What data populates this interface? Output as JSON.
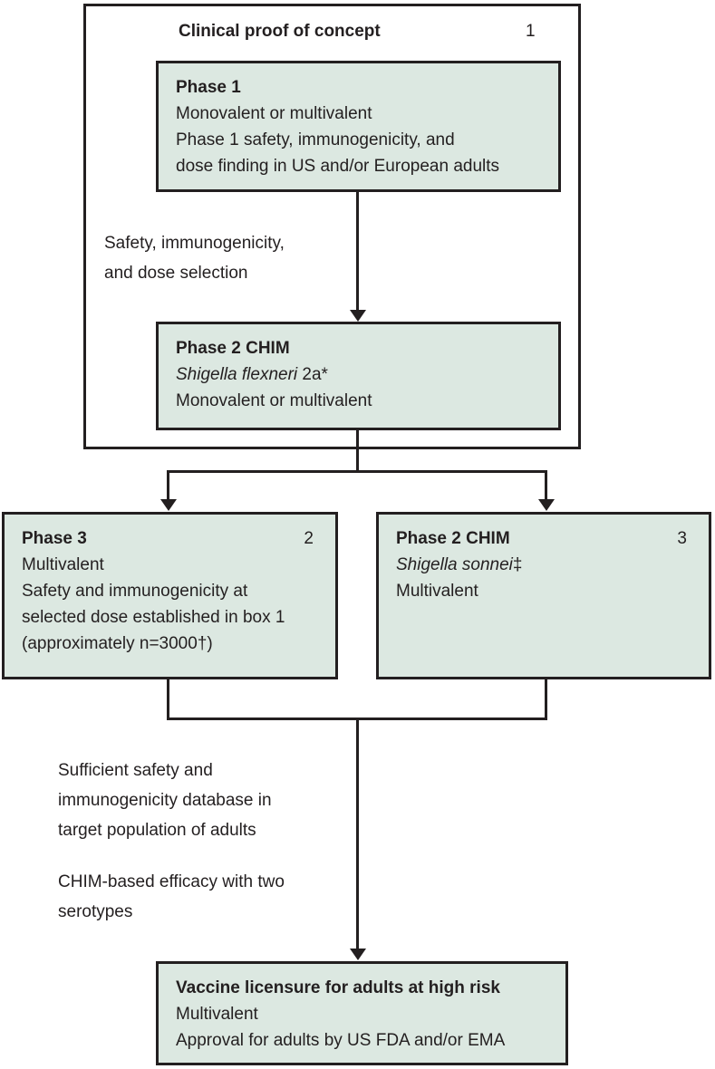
{
  "colors": {
    "box_fill": "#dce8e1",
    "line": "#231f20",
    "text": "#231f20",
    "background": "#ffffff"
  },
  "outer_group": {
    "title": "Clinical proof of concept",
    "number": "1"
  },
  "boxes": {
    "phase1": {
      "title": "Phase 1",
      "lines": [
        "Monovalent or multivalent",
        "Phase 1 safety, immunogenicity, and",
        "dose finding in US and/or European adults"
      ]
    },
    "phase2_flexneri": {
      "title": "Phase 2 CHIM",
      "species_italic": "Shigella flexneri",
      "species_rest": " 2a*",
      "lines": [
        "Monovalent or multivalent"
      ]
    },
    "phase3": {
      "title": "Phase 3",
      "number": "2",
      "lines": [
        "Multivalent",
        "Safety and immunogenicity at",
        "selected dose established in box 1",
        "(approximately n=3000†)"
      ]
    },
    "phase2_sonnei": {
      "title": "Phase 2 CHIM",
      "number": "3",
      "species_italic": "Shigella sonnei",
      "species_rest": "‡",
      "lines": [
        "Multivalent"
      ]
    },
    "licensure": {
      "title": "Vaccine licensure for adults at high risk",
      "lines": [
        "Multivalent",
        "Approval for adults by US FDA and/or EMA"
      ]
    }
  },
  "annotations": {
    "dose_selection": {
      "lines": [
        "Safety, immunogenicity,",
        "and dose selection"
      ]
    },
    "database": {
      "lines": [
        "Sufficient safety and",
        "immunogenicity database in",
        "target population of adults"
      ]
    },
    "efficacy": {
      "lines": [
        "CHIM-based efficacy with two",
        "serotypes"
      ]
    }
  }
}
